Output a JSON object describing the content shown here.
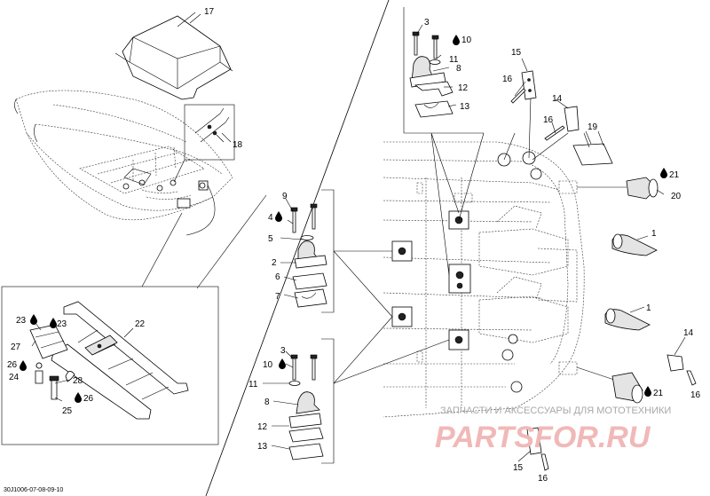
{
  "callouts": {
    "c17": "17",
    "c18": "18",
    "c3a": "3",
    "c10a": "10",
    "c11a": "11",
    "c8a": "8",
    "c12a": "12",
    "c13a": "13",
    "c15a": "15",
    "c16a": "16",
    "c14a": "14",
    "c16b": "16",
    "c19": "19",
    "c21a": "21",
    "c20": "20",
    "c1a": "1",
    "c1b": "1",
    "c9": "9",
    "c4": "4",
    "c5": "5",
    "c2": "2",
    "c6": "6",
    "c7": "7",
    "c3b": "3",
    "c10b": "10",
    "c11b": "11",
    "c8b": "8",
    "c12b": "12",
    "c13b": "13",
    "c14b": "14",
    "c16c": "16",
    "c21b": "21",
    "c15b": "15",
    "c16d": "16",
    "c22": "22",
    "c23a": "23",
    "c23b": "23",
    "c27": "27",
    "c26a": "26",
    "c24": "24",
    "c28": "28",
    "c25": "25",
    "c26b": "26"
  },
  "watermark": {
    "text": "ЗАПЧАСТИ И АКСЕССУАРЫ ДЛЯ МОТОТЕХНИКИ",
    "logo": "PARTSFOR.RU"
  },
  "footer": {
    "code": "30J1006-07-08-09-10"
  },
  "icons": {
    "drop": "oil-drop-icon"
  }
}
